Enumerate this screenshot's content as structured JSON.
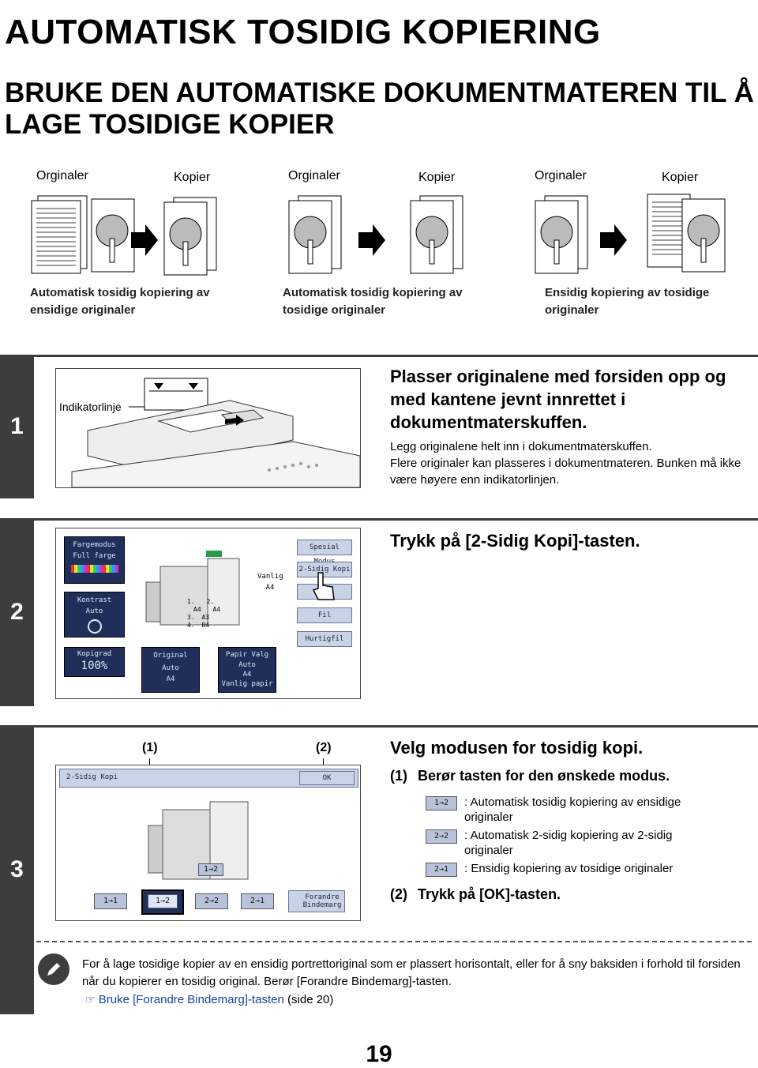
{
  "title": "AUTOMATISK TOSIDIG KOPIERING",
  "subtitle": "BRUKE DEN AUTOMATISKE DOKUMENTMATEREN TIL Å LAGE TOSIDIGE KOPIER",
  "modes": [
    {
      "orig_label": "Orginaler",
      "copy_label": "Kopier",
      "caption": "Automatisk tosidig kopiering av ensidige originaler"
    },
    {
      "orig_label": "Orginaler",
      "copy_label": "Kopier",
      "caption": "Automatisk tosidig kopiering av tosidige originaler"
    },
    {
      "orig_label": "Orginaler",
      "copy_label": "Kopier",
      "caption": "Ensidig kopiering av tosidige originaler"
    }
  ],
  "step1": {
    "number": "1",
    "indicator_label": "Indikatorlinje",
    "heading": "Plasser originalene med forsiden opp og med kantene jevnt innrettet i dokumentmaterskuffen.",
    "body1": "Legg originalene helt inn i dokumentmaterskuffen.",
    "body2": "Flere originaler kan plasseres i dokumentmateren. Bunken må ikke være høyere enn indikatorlinjen."
  },
  "step2": {
    "number": "2",
    "heading": "Trykk på [2-Sidig Kopi]-tasten.",
    "screen": {
      "color_mode_label": "Fargemodus",
      "color_mode_value": "Full farge",
      "contrast_label": "Kontrast",
      "contrast_value": "Auto",
      "paper_type": "Vanlig",
      "paper_size": "A4",
      "special_modes": "Spesial Modus",
      "duplex": "2-Sidig Kopi",
      "output": "Fil",
      "quick_file": "Hurtigfil",
      "trays": [
        "1.",
        "2.",
        "A4",
        "A4",
        "3.",
        "A3",
        "4.",
        "B4"
      ],
      "ratio_label": "Kopigrad",
      "ratio_value": "100%",
      "original_label": "Original",
      "original_value": "Auto",
      "original_size": "A4",
      "paper_select_label": "Papir Valg",
      "paper_select_value": "Auto",
      "paper_select_size": "A4",
      "paper_select_type": "Vanlig papir"
    }
  },
  "step3": {
    "number": "3",
    "callout1": "(1)",
    "callout2": "(2)",
    "heading": "Velg modusen for tosidig kopi.",
    "sub1_num": "(1)",
    "sub1_text": "Berør tasten for den ønskede modus.",
    "options": [
      {
        "key": "1→2",
        "text": ": Automatisk tosidig kopiering av ensidige originaler"
      },
      {
        "key": "2→2",
        "text": ": Automatisk 2-sidig kopiering av 2-sidig originaler"
      },
      {
        "key": "2→1",
        "text": ": Ensidig kopiering av tosidige originaler"
      }
    ],
    "sub2_num": "(2)",
    "sub2_text": "Trykk på [OK]-tasten.",
    "screen": {
      "title": "2-Sidig Kopi",
      "ok": "OK",
      "mode_indicator": "1→2",
      "keys": [
        "1→1",
        "1→2",
        "2→2",
        "2→1"
      ],
      "binding_line1": "Forandre",
      "binding_line2": "Bindemarg"
    }
  },
  "note": {
    "text": "For å lage tosidige kopier av en ensidig portrettoriginal som er plassert horisontalt, eller for å sny baksiden i forhold til forsiden når du kopierer en tosidig original. Berør [Forandre Bindemarg]-tasten.",
    "link": "Bruke [Forandre Bindemarg]-tasten",
    "link_suffix": "(side 20)",
    "link_color": "#1a3fa6"
  },
  "page_number": "19"
}
